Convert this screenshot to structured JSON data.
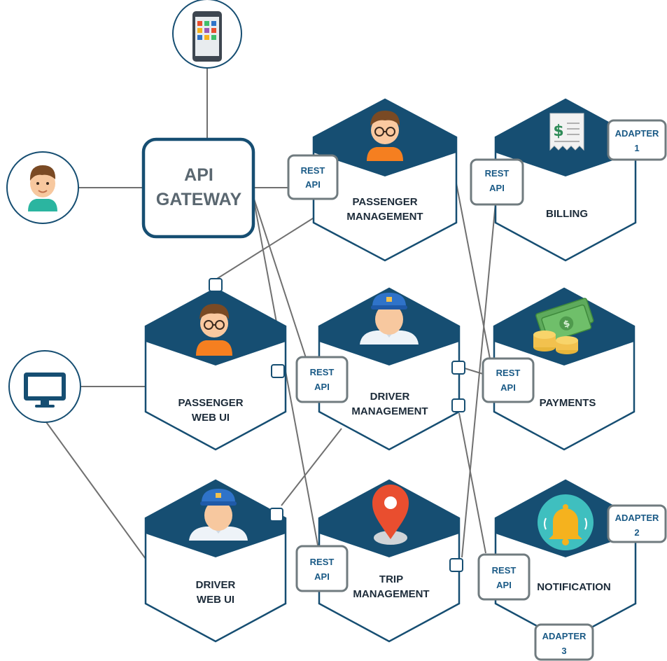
{
  "gateway": {
    "line1": "API",
    "line2": "GATEWAY"
  },
  "services": {
    "passenger_mgmt": {
      "line1": "PASSENGER",
      "line2": "MANAGEMENT",
      "icon": "passenger-avatar-icon"
    },
    "billing": {
      "line1": "BILLING",
      "icon": "receipt-icon"
    },
    "passenger_web_ui": {
      "line1": "PASSENGER",
      "line2": "WEB UI",
      "icon": "passenger-avatar-icon"
    },
    "driver_mgmt": {
      "line1": "DRIVER",
      "line2": "MANAGEMENT",
      "icon": "driver-avatar-icon"
    },
    "payments": {
      "line1": "PAYMENTS",
      "icon": "money-icon"
    },
    "driver_web_ui": {
      "line1": "DRIVER",
      "line2": "WEB UI",
      "icon": "driver-avatar-icon"
    },
    "trip_mgmt": {
      "line1": "TRIP",
      "line2": "MANAGEMENT",
      "icon": "map-pin-icon"
    },
    "notification": {
      "line1": "NOTIFICATION",
      "icon": "bell-icon"
    }
  },
  "rest_api": {
    "line1": "REST",
    "line2": "API"
  },
  "adapters": [
    {
      "line1": "ADAPTER",
      "line2": "1"
    },
    {
      "line1": "ADAPTER",
      "line2": "2"
    },
    {
      "line1": "ADAPTER",
      "line2": "3"
    }
  ],
  "clients": [
    "mobile-phone-icon",
    "user-avatar-icon",
    "desktop-monitor-icon"
  ],
  "colors": {
    "hex_navy": "#164e72",
    "gateway_border": "#164e72",
    "box_border": "#707b7f",
    "api_text": "#1a5a86"
  }
}
